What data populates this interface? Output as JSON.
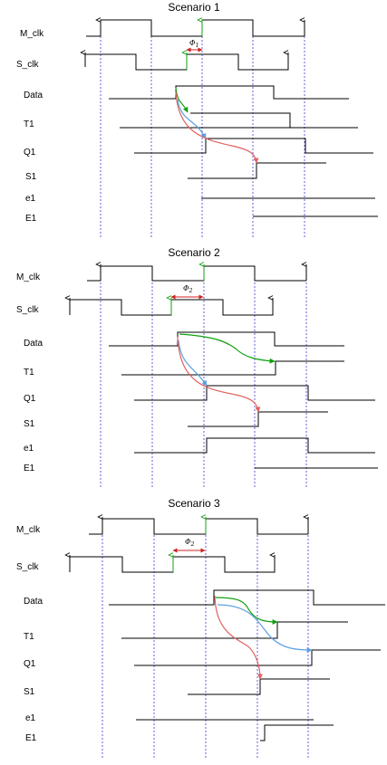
{
  "colors": {
    "wave": "#000000",
    "grid": "#3a3ad8",
    "red": "#e06060",
    "green": "#10a010",
    "blue": "#5aa0e0",
    "phase": "#d02020"
  },
  "scenarios": [
    {
      "title": "Scenario 1",
      "phase": {
        "symbol": "Φ",
        "sub": "1"
      },
      "signals": [
        "M_clk",
        "S_clk",
        "Data",
        "T1",
        "Q1",
        "S1",
        "e1",
        "E1"
      ]
    },
    {
      "title": "Scenario 2",
      "phase": {
        "symbol": "Φ",
        "sub": "2"
      },
      "signals": [
        "M_clk",
        "S_clk",
        "Data",
        "T1",
        "Q1",
        "S1",
        "e1",
        "E1"
      ]
    },
    {
      "title": "Scenario 3",
      "phase": {
        "symbol": "Φ",
        "sub": "2"
      },
      "signals": [
        "M_clk",
        "S_clk",
        "Data",
        "T1",
        "Q1",
        "S1",
        "e1",
        "E1"
      ]
    }
  ]
}
